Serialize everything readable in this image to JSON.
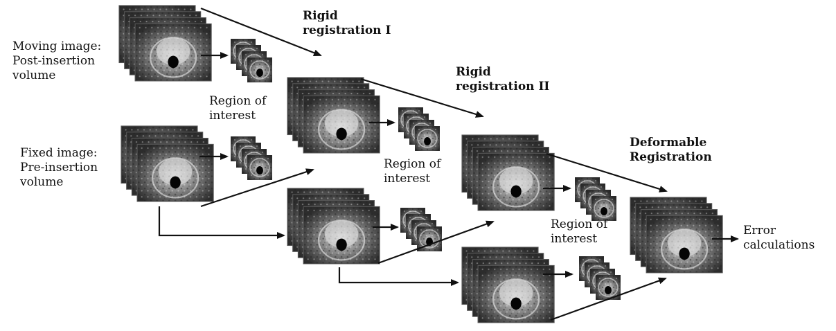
{
  "labels": {
    "moving_1": "Moving image:",
    "moving_2": "Post-insertion",
    "moving_3": "volume",
    "fixed_1": "Fixed image:",
    "fixed_2": "Pre-insertion",
    "fixed_3": "volume",
    "roi1_1": "Region of",
    "roi1_2": "interest",
    "rigid1_1": "Rigid",
    "rigid1_2": "registration I",
    "roi2_1": "Region of",
    "roi2_2": "interest",
    "rigid2_1": "Rigid",
    "rigid2_2": "registration II",
    "roi3_1": "Region of",
    "roi3_2": "interest",
    "deform_1": "Deformable",
    "deform_2": "Registration",
    "error_1": "Error",
    "error_2": "calculations"
  },
  "colors": {
    "arrow": "#111111",
    "scan_light": "#cfcfcf",
    "scan_dark": "#2a2a2a"
  }
}
